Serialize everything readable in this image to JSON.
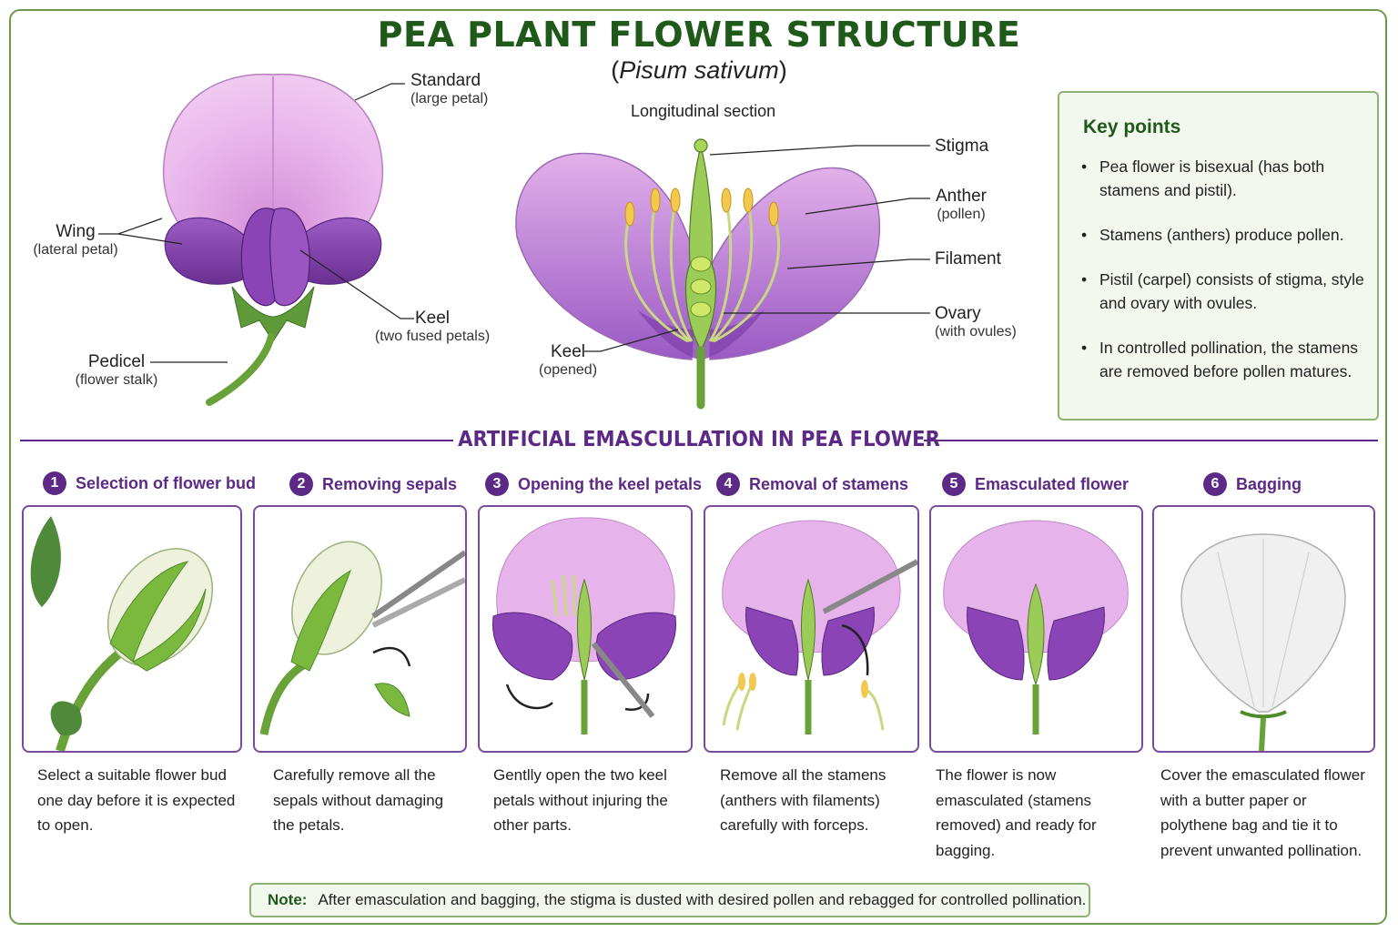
{
  "title": "PEA PLANT FLOWER STRUCTURE",
  "subtitle": "Pisum sativum",
  "external_view": {
    "labels": {
      "standard": {
        "name": "Standard",
        "desc": "(large petal)"
      },
      "wing": {
        "name": "Wing",
        "desc": "(lateral petal)"
      },
      "keel": {
        "name": "Keel",
        "desc": "(two fused petals)"
      },
      "pedicel": {
        "name": "Pedicel",
        "desc": "(flower stalk)"
      }
    }
  },
  "section_view": {
    "heading": "Longitudinal section",
    "labels": {
      "stigma": {
        "name": "Stigma"
      },
      "anther": {
        "name": "Anther",
        "desc": "(pollen)"
      },
      "filament": {
        "name": "Filament"
      },
      "ovary": {
        "name": "Ovary",
        "desc": "(with ovules)"
      },
      "keel": {
        "name": "Keel",
        "desc": "(opened)"
      }
    }
  },
  "key_points": {
    "title": "Key points",
    "items": [
      "Pea flower is bisexual (has both stamens and pistil).",
      "Stamens (anthers) produce pollen.",
      "Pistil (carpel) consists of stigma, style and ovary with ovules.",
      "In controlled pollination, the stamens are removed before pollen matures."
    ]
  },
  "emasculation": {
    "title": "ARTIFICIAL EMASCULLATION IN PEA FLOWER",
    "steps": [
      {
        "num": "1",
        "title": "Selection of flower bud",
        "desc": "Select a suitable flower bud one day before it is expected to open."
      },
      {
        "num": "2",
        "title": "Removing sepals",
        "desc": "Carefully remove all the sepals without damaging the petals."
      },
      {
        "num": "3",
        "title": "Opening the keel petals",
        "desc": "Gentlly open the two keel petals without injuring the other parts."
      },
      {
        "num": "4",
        "title": "Removal of stamens",
        "desc": "Remove all the stamens (anthers with filaments) carefully with forceps."
      },
      {
        "num": "5",
        "title": "Emasculated flower",
        "desc": "The flower is now emasculated (stamens removed) and ready for bagging."
      },
      {
        "num": "6",
        "title": "Bagging",
        "desc": "Cover the emasculated flower with a butter paper or polythene bag and tie it to prevent unwanted pollination."
      }
    ]
  },
  "note": {
    "label": "Note:",
    "text": "After emasculation and bagging, the stigma is dusted with desired pollen and rebagged for controlled pollination."
  },
  "colors": {
    "title_green": "#1f5a1a",
    "accent_purple": "#5c2a86",
    "petal_pink": "#e2a6e6",
    "petal_purple": "#8a4ab2",
    "stem_green": "#6aa23a"
  }
}
